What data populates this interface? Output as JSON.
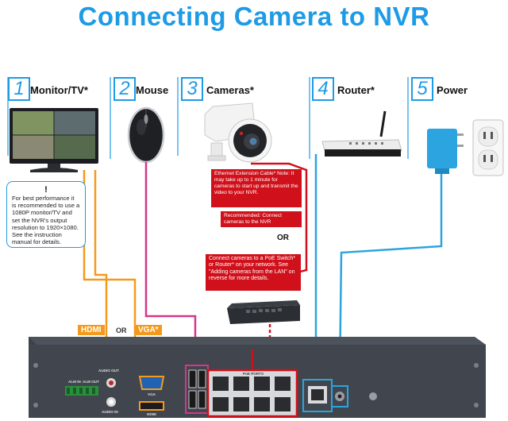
{
  "title": "Connecting Camera to NVR",
  "steps": [
    {
      "number": "1",
      "label": "Monitor/TV*"
    },
    {
      "number": "2",
      "label": "Mouse"
    },
    {
      "number": "3",
      "label": "Cameras*"
    },
    {
      "number": "4",
      "label": "Router*"
    },
    {
      "number": "5",
      "label": "Power"
    }
  ],
  "monitor_note": {
    "icon": "!",
    "text": "For best performance it is recommended to use a 1080P monitor/TV and set the NVR's output resolution to 1920×1080. See the instruction manual for details."
  },
  "ethernet_note": "Ethernet Extension Cable* Note: It may take up to 1 minute for cameras to start up and transmit the video to your NVR.",
  "recommended_note": "Recommended: Connect cameras to the NVR",
  "or_label": "OR",
  "poe_note": "Connect cameras to a PoE Switch* or Router* on your network. See \"Adding cameras from the LAN\" on reverse for more details.",
  "video_ports": {
    "hdmi": "HDMI",
    "or": "OR",
    "vga": "VGA*"
  },
  "nvr_labels": {
    "audio_out": "AUDIO OUT",
    "audio_in": "AUDIO IN",
    "alm_in": "ALM IN",
    "alm_out": "ALM OUT",
    "vga": "VGA",
    "hdmi": "HDMI",
    "poe_ports": "PoE PORTS"
  },
  "colors": {
    "title_blue": "#1e9be6",
    "hdmi_vga_cable": "#f39a1e",
    "mouse_cable": "#d4368a",
    "camera_cable": "#d0101a",
    "router_cable": "#2ba4e0",
    "nvr_body": "#3d4249"
  }
}
